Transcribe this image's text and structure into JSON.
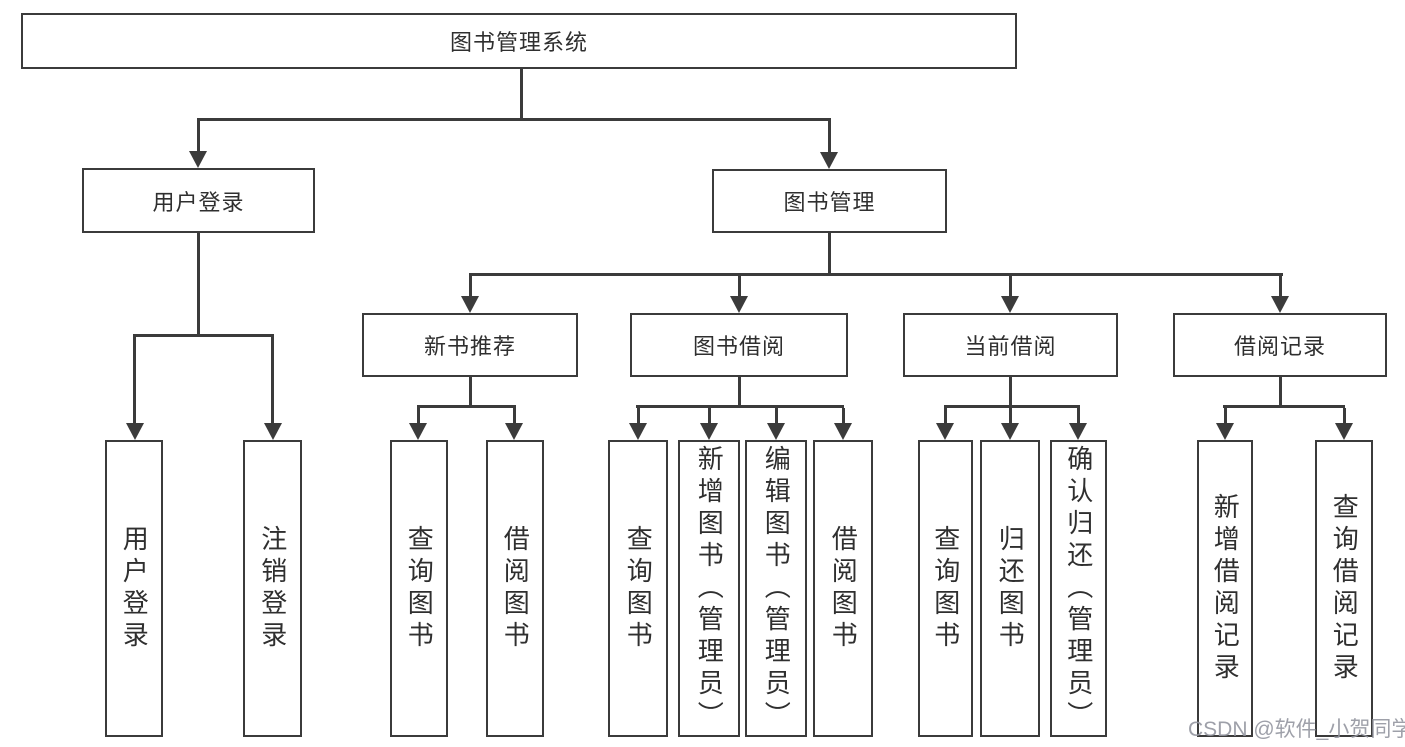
{
  "diagram": {
    "root": {
      "label": "图书管理系统"
    },
    "user_login": {
      "label": "用户登录",
      "children": [
        {
          "label": "用户登录"
        },
        {
          "label": "注销登录"
        }
      ]
    },
    "book_mgmt": {
      "label": "图书管理",
      "sections": [
        {
          "label": "新书推荐",
          "children": [
            {
              "label": "查询图书"
            },
            {
              "label": "借阅图书"
            }
          ]
        },
        {
          "label": "图书借阅",
          "children": [
            {
              "label": "查询图书"
            },
            {
              "label": "新增图书（管理员）"
            },
            {
              "label": "编辑图书（管理员）"
            },
            {
              "label": "借阅图书"
            }
          ]
        },
        {
          "label": "当前借阅",
          "children": [
            {
              "label": "查询图书"
            },
            {
              "label": "归还图书"
            },
            {
              "label": "确认归还（管理员）"
            }
          ]
        },
        {
          "label": "借阅记录",
          "children": [
            {
              "label": "新增借阅记录"
            },
            {
              "label": "查询借阅记录"
            }
          ]
        }
      ]
    },
    "watermark": "CSDN @软件_小贺同学",
    "colors": {
      "line": "#3b3b3b",
      "text": "#2f2f2f",
      "watermark": "#9496a0",
      "background": "#ffffff"
    }
  }
}
